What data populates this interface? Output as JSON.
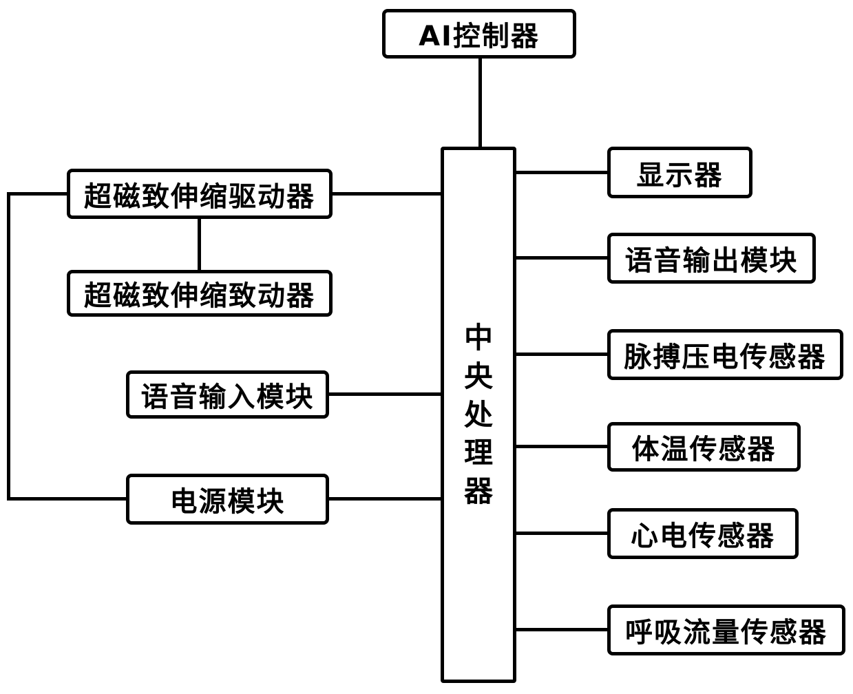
{
  "diagram": {
    "title_box": {
      "label": "AI控制器"
    },
    "center_box": {
      "label": "中央处理器"
    },
    "left_boxes": [
      {
        "label": "超磁致伸缩驱动器"
      },
      {
        "label": "超磁致伸缩致动器"
      },
      {
        "label": "语音输入模块"
      },
      {
        "label": "电源模块"
      }
    ],
    "right_boxes": [
      {
        "label": "显示器"
      },
      {
        "label": "语音输出模块"
      },
      {
        "label": "脉搏压电传感器"
      },
      {
        "label": "体温传感器"
      },
      {
        "label": "心电传感器"
      },
      {
        "label": "呼吸流量传感器"
      }
    ],
    "colors": {
      "line": "#000000",
      "background": "#ffffff",
      "box_fill": "#ffffff",
      "text": "#000000"
    }
  }
}
